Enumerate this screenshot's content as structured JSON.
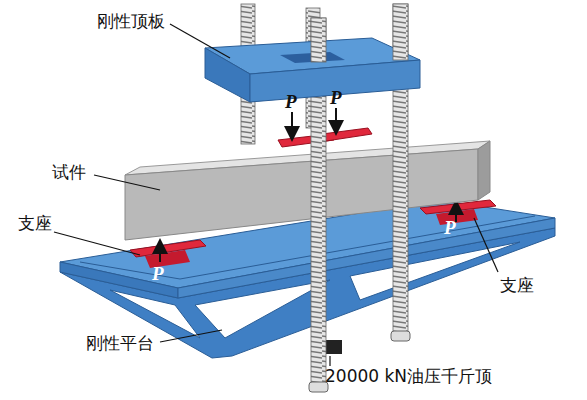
{
  "diagram": {
    "labels": [
      "刚性顶板",
      "P",
      "P",
      "试件",
      "支座",
      "P",
      "P",
      "支座",
      "刚性平台",
      "20000 kN油压千斤顶"
    ]
  }
}
